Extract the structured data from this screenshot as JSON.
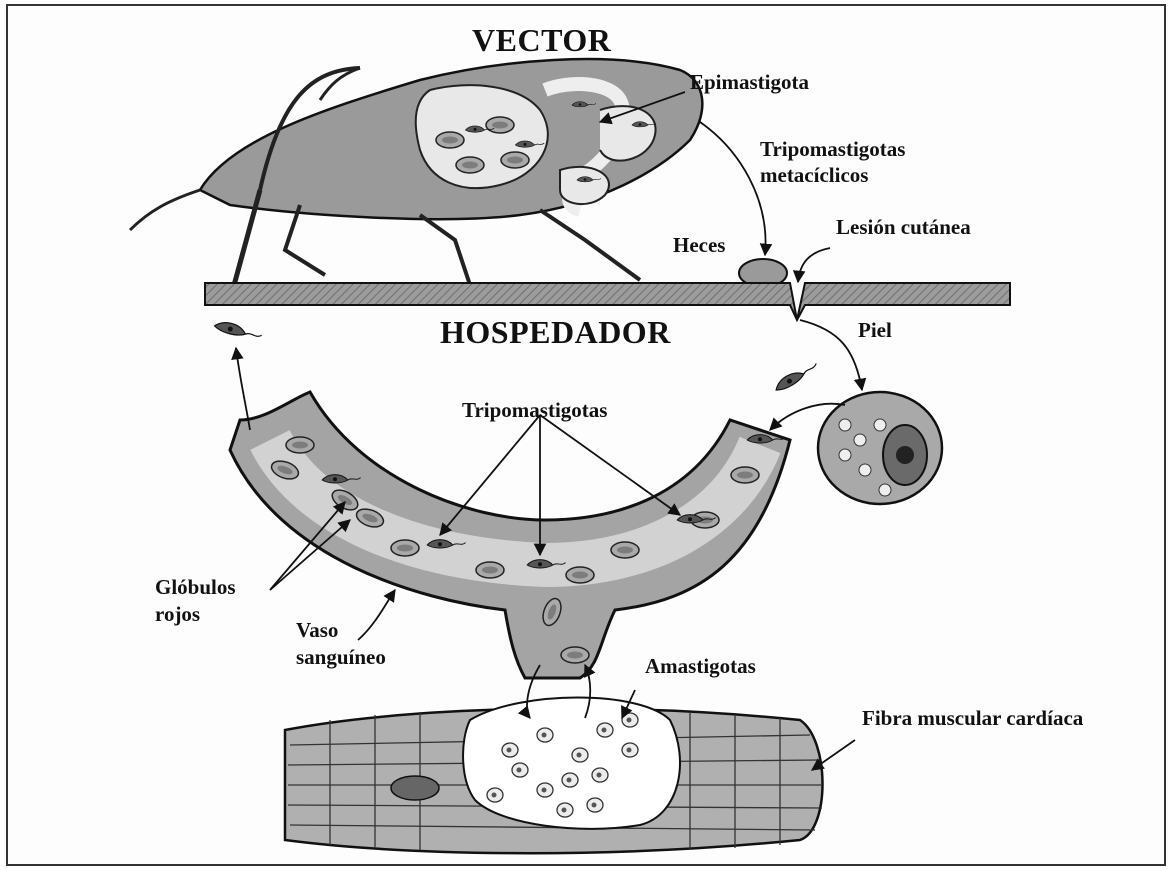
{
  "title_vector": "VECTOR",
  "title_host": "HOSPEDADOR",
  "labels": {
    "epimastigota": "Epimastigota",
    "tripo_meta_1": "Tripomastigotas",
    "tripo_meta_2": "metacíclicos",
    "heces": "Heces",
    "lesion": "Lesión cutánea",
    "piel": "Piel",
    "tripomastigotas": "Tripomastigotas",
    "globulos_1": "Glóbulos",
    "globulos_2": "rojos",
    "vaso_1": "Vaso",
    "vaso_2": "sanguíneo",
    "amastigotas": "Amastigotas",
    "fibra": "Fibra muscular cardíaca"
  },
  "icons": [
    "triatomine-bug-icon",
    "feces-drop-icon",
    "skin-layer",
    "blood-vessel",
    "host-cell",
    "muscle-fiber",
    "trypomastigote-icon",
    "red-blood-cell-icon",
    "amastigote-icon"
  ],
  "colors": {
    "ink": "#111111",
    "fill_dark": "#8a8a8a",
    "fill_mid": "#b4b4b4",
    "fill_light": "#e6e6e6"
  }
}
